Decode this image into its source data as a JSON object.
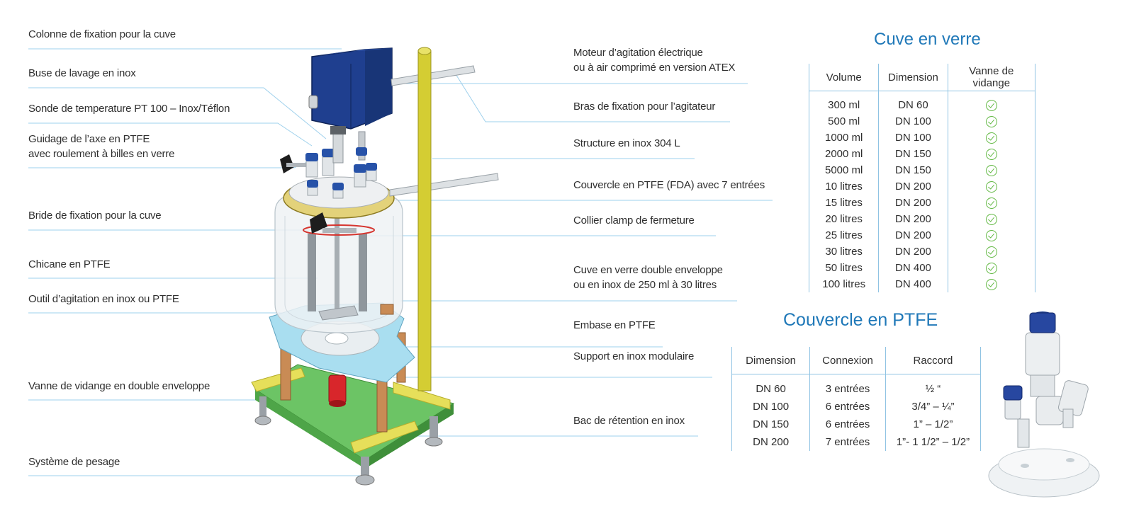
{
  "labels_left": [
    "Colonne de fixation pour la cuve",
    "Buse de lavage en inox",
    "Sonde de temperature PT 100 – Inox/Téflon",
    "Guidage de l’axe en PTFE",
    "avec roulement à billes en verre",
    "Bride de fixation pour la cuve",
    "Chicane en PTFE",
    "Outil d’agitation en inox ou PTFE",
    "Vanne de vidange en double enveloppe",
    "Système de pesage"
  ],
  "labels_right": [
    "Moteur d’agitation électrique",
    "ou à air comprimé en version ATEX",
    "Bras de fixation pour l’agitateur",
    "Structure en inox 304 L",
    "Couvercle en PTFE (FDA) avec 7 entrées",
    "Collier clamp de fermeture",
    "Cuve en verre double enveloppe",
    "ou en inox de 250 ml à 30 litres",
    "Embase en PTFE",
    "Support en inox modulaire",
    "Bac de rétention en inox"
  ],
  "cuve_table": {
    "title": "Cuve en verre",
    "headers": [
      "Volume",
      "Dimension",
      "Vanne de vidange"
    ],
    "rows": [
      [
        "300 ml",
        "DN 60"
      ],
      [
        "500 ml",
        "DN 100"
      ],
      [
        "1000 ml",
        "DN 100"
      ],
      [
        "2000 ml",
        "DN 150"
      ],
      [
        "5000 ml",
        "DN 150"
      ],
      [
        "10 litres",
        "DN 200"
      ],
      [
        "15 litres",
        "DN 200"
      ],
      [
        "20 litres",
        "DN 200"
      ],
      [
        "25 litres",
        "DN 200"
      ],
      [
        "30 litres",
        "DN 200"
      ],
      [
        "50 litres",
        "DN 400"
      ],
      [
        "100 litres",
        "DN 400"
      ]
    ],
    "check_icon": "check-circle-icon"
  },
  "couvercle_table": {
    "title": "Couvercle en PTFE",
    "headers": [
      "Dimension",
      "Connexion",
      "Raccord"
    ],
    "rows": [
      [
        "DN 60",
        "3 entrées",
        "½ “"
      ],
      [
        "DN 100",
        "6 entrées",
        "3/4” – ¼”"
      ],
      [
        "DN 150",
        "6 entrées",
        "1” – 1/2”"
      ],
      [
        "DN 200",
        "7 entrées",
        "1”- 1 1/2” – 1/2”"
      ]
    ]
  },
  "colors": {
    "accent_blue": "#1f78b8",
    "leader_line": "#9ed0ec",
    "check_green": "#63b944",
    "motor_blue": "#1e3f8f",
    "column_yellow": "#d8d23a",
    "tray_green": "#62be5c"
  }
}
